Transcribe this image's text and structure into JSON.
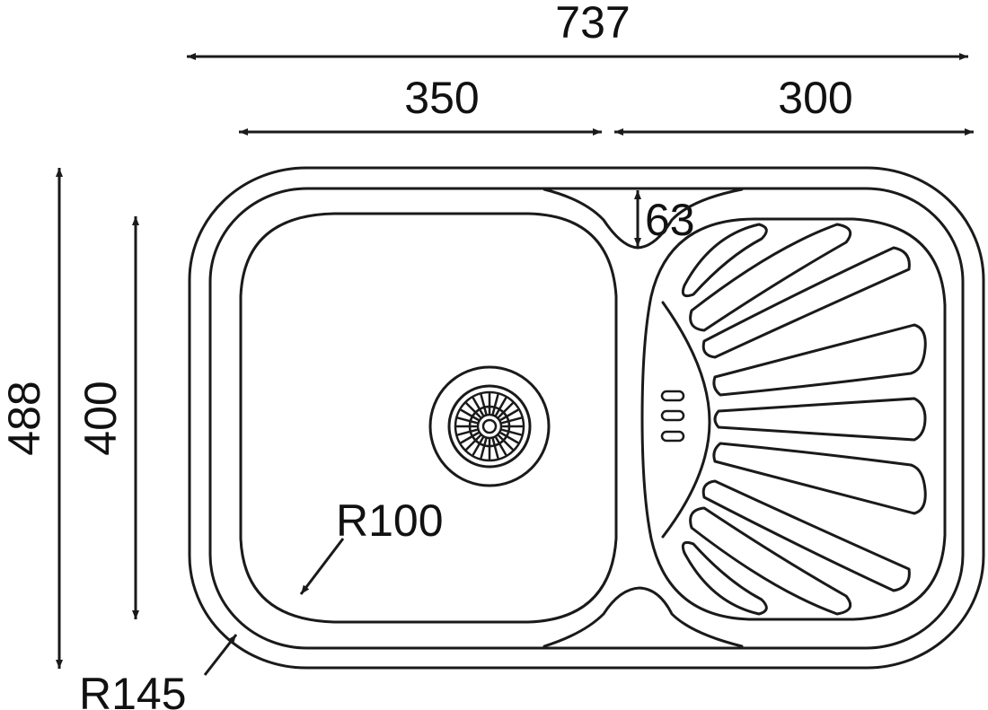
{
  "dimensions": {
    "overall_width": "737",
    "bowl_width": "350",
    "drainer_width": "300",
    "overall_height": "488",
    "bowl_height": "400",
    "overflow_depth": "63",
    "bowl_radius": "R100",
    "outer_radius": "R145"
  },
  "colors": {
    "line": "#1a1a1a",
    "background": "#ffffff"
  },
  "icons": {
    "drain": "drain-strainer-icon",
    "overflow": "overflow-slots-icon"
  }
}
